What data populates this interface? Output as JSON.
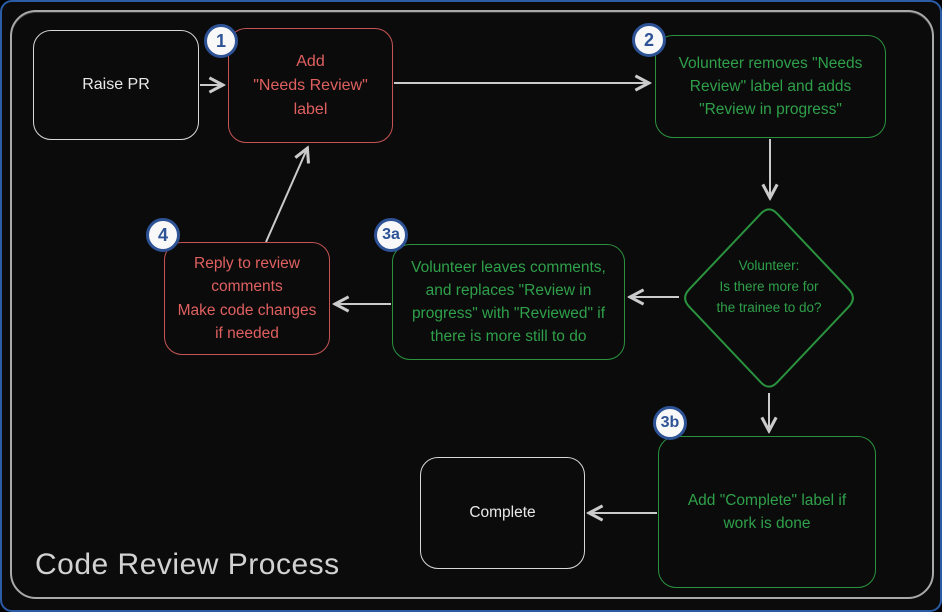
{
  "frame": {
    "title": "Code Review Process"
  },
  "colors": {
    "background": "#0b0b0b",
    "outer_border_blue": "#2b5ca6",
    "frame_gray": "#a9a9a9",
    "node_red": "#e06060",
    "node_green": "#2fa04a",
    "node_white": "#e9e9e9",
    "badge_blue": "#2d5296",
    "arrow_gray": "#cbcbcb"
  },
  "nodes": {
    "raise_pr": {
      "label": "Raise PR"
    },
    "add_needs_review": {
      "badge": "1",
      "label": "Add\n\"Needs Review\"\nlabel"
    },
    "volunteer_removes": {
      "badge": "2",
      "label": "Volunteer removes \"Needs\nReview\" label and adds\n\"Review in progress\""
    },
    "decision": {
      "label": "Volunteer:\nIs there more for\nthe trainee to do?"
    },
    "volunteer_comments": {
      "badge": "3a",
      "label": "Volunteer leaves comments,\nand replaces \"Review in\nprogress\" with \"Reviewed\" if\nthere is more still to do"
    },
    "reply_review": {
      "badge": "4",
      "label": "Reply to review\ncomments\nMake code changes\nif needed"
    },
    "add_complete": {
      "badge": "3b",
      "label": "Add \"Complete\" label if\nwork is done"
    },
    "complete": {
      "label": "Complete"
    }
  }
}
